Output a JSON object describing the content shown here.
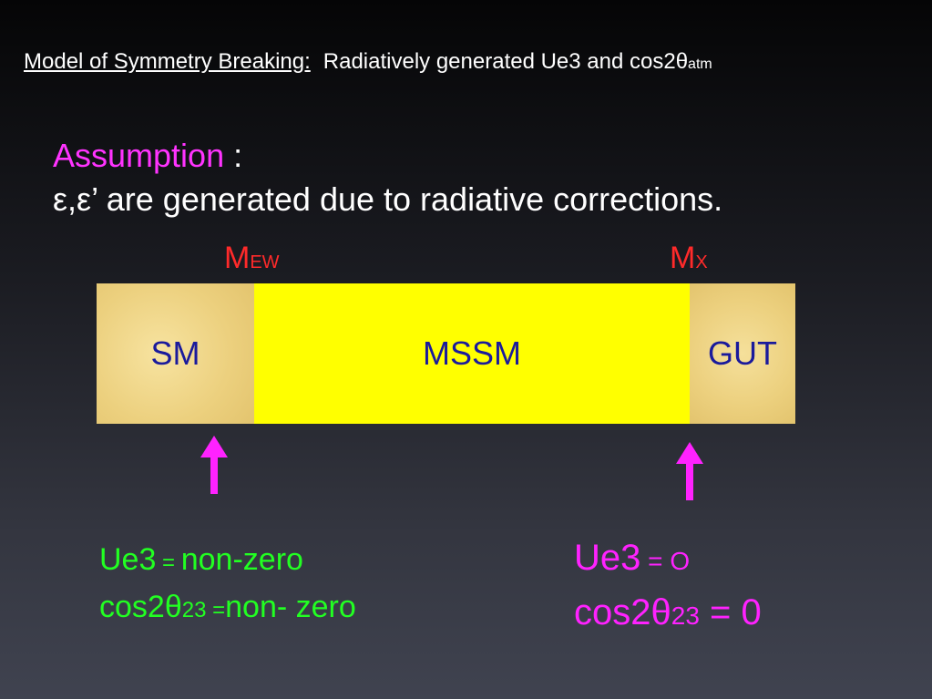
{
  "title": {
    "underlined": "Model of Symmetry Breaking:",
    "rest": "Radiatively generated Ue3 and cos2θ",
    "sub": "atm"
  },
  "assumption": {
    "label": "Assumption",
    "colon": " :",
    "statement": "ε,ε’ are generated due to radiative corrections."
  },
  "scales": {
    "ew": {
      "main": "M",
      "sub": "EW"
    },
    "x": {
      "main": "M",
      "sub": "X"
    }
  },
  "bar": {
    "segments": [
      "SM",
      "MSSM",
      "GUT"
    ]
  },
  "left_note": {
    "line1_a": "Ue3",
    "line1_b": " = ",
    "line1_c": "non-zero",
    "line2_a": "cos2θ",
    "line2_sub": "23",
    "line2_b": " =",
    "line2_c": "non- zero"
  },
  "right_note": {
    "line1_a": "Ue3",
    "line1_b": " = ",
    "line1_c": "O",
    "line2_a": "cos2θ",
    "line2_sub": "23",
    "line2_b": " = ",
    "line2_c": "0"
  },
  "colors": {
    "accent_magenta": "#ff33ff",
    "scale_red": "#ff2a2a",
    "green": "#22ff22",
    "mssm_yellow": "#ffff00",
    "sm_gut_tan": "#ecd07e",
    "label_blue": "#1a1a9c"
  }
}
